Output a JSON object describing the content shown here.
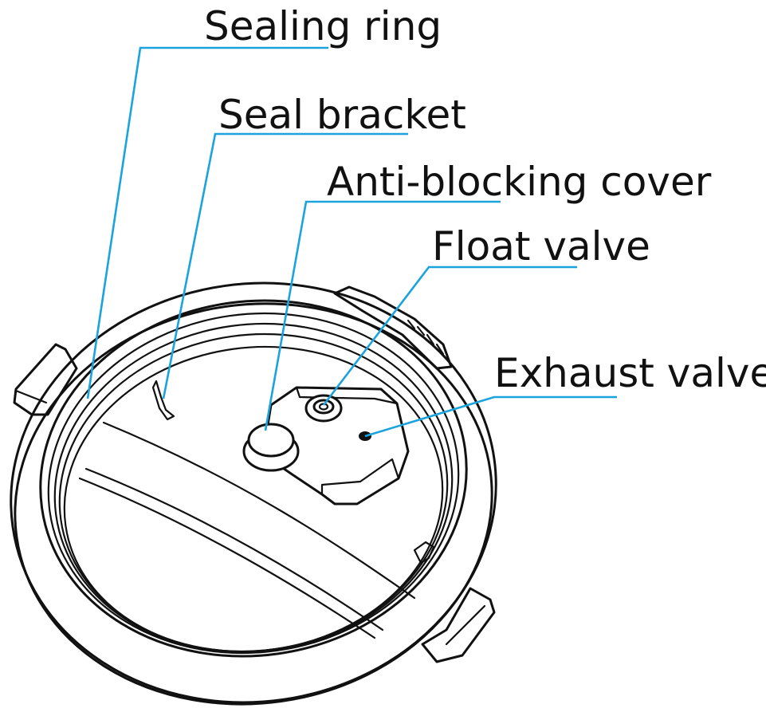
{
  "labels": {
    "sealing_ring": "Sealing ring",
    "seal_bracket": "Seal bracket",
    "anti_blocking_cover": "Anti-blocking cover",
    "float_valve": "Float valve",
    "exhaust_valve": "Exhaust valve"
  },
  "colors": {
    "leader_line": "#1aa3dc",
    "line_art": "#111111",
    "background": "#ffffff"
  }
}
